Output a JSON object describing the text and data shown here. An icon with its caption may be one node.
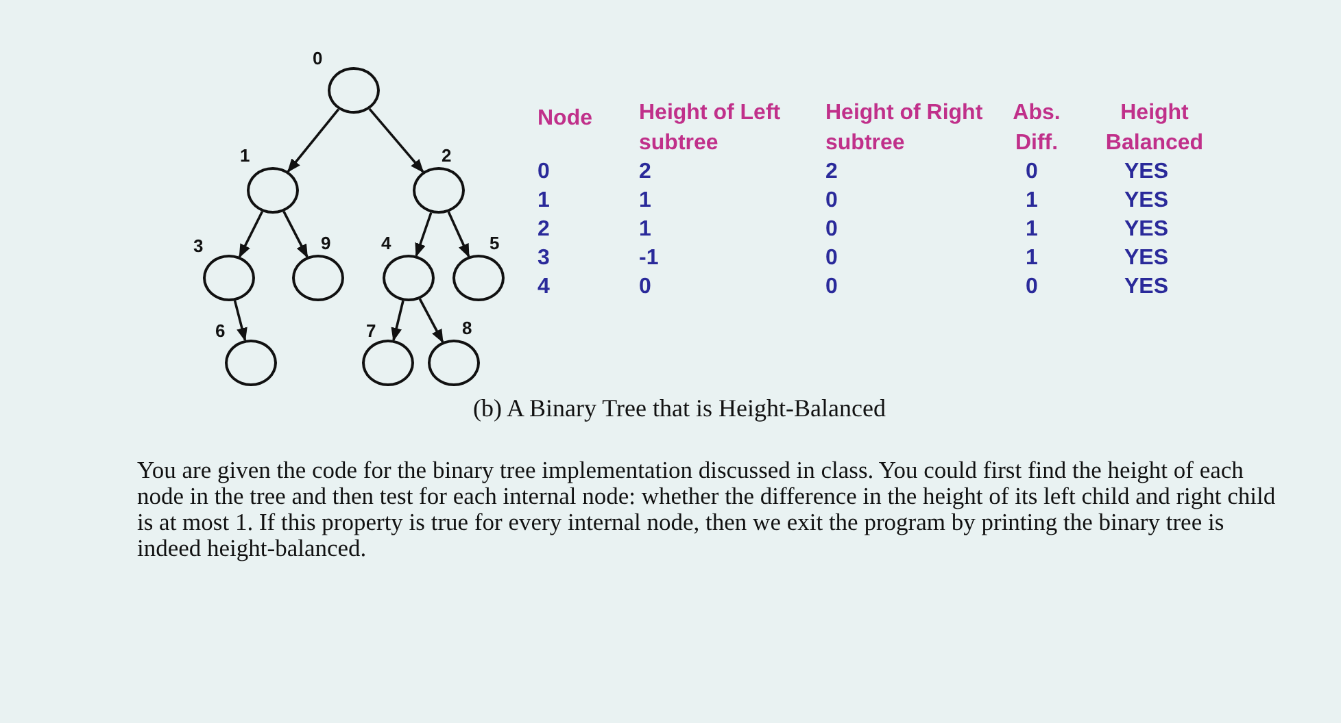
{
  "diagram": {
    "caption": "(b) A Binary Tree that is Height-Balanced",
    "nodes": [
      {
        "text": [],
        "shape": "circle",
        "beside": [
          "0"
        ]
      },
      {
        "text": [],
        "shape": "circle",
        "beside": [
          "1"
        ]
      },
      {
        "text": [],
        "shape": "circle",
        "beside": [
          "2"
        ]
      },
      {
        "text": [],
        "shape": "circle",
        "beside": [
          "3"
        ]
      },
      {
        "text": [],
        "shape": "circle",
        "beside": [
          "9"
        ]
      },
      {
        "text": [],
        "shape": "circle",
        "beside": [
          "4"
        ]
      },
      {
        "text": [],
        "shape": "circle",
        "beside": [
          "5"
        ]
      },
      {
        "text": [],
        "shape": "circle",
        "beside": [
          "6"
        ]
      },
      {
        "text": [],
        "shape": "circle",
        "beside": [
          "7"
        ]
      },
      {
        "text": [],
        "shape": "circle",
        "beside": [
          "8"
        ]
      }
    ],
    "edges": [
      {
        "from": 0,
        "to": 1,
        "arrow": "to"
      },
      {
        "from": 0,
        "to": 2,
        "arrow": "to"
      },
      {
        "from": 1,
        "to": 3,
        "arrow": "to"
      },
      {
        "from": 1,
        "to": 4,
        "arrow": "to"
      },
      {
        "from": 2,
        "to": 5,
        "arrow": "to"
      },
      {
        "from": 2,
        "to": 6,
        "arrow": "to"
      },
      {
        "from": 3,
        "to": 7,
        "arrow": "to"
      },
      {
        "from": 5,
        "to": 8,
        "arrow": "to"
      },
      {
        "from": 5,
        "to": 9,
        "arrow": "to"
      }
    ],
    "labels": [
      "Node",
      "Height of Left subtree",
      "Height of Right subtree",
      "Abs. Diff.",
      "Height Balanced",
      "0",
      "2",
      "2",
      "0",
      "YES",
      "1",
      "1",
      "0",
      "1",
      "YES",
      "2",
      "1",
      "0",
      "1",
      "YES",
      "3",
      "-1",
      "0",
      "1",
      "YES",
      "4",
      "0",
      "0",
      "0",
      "YES",
      "You are given the code for the binary tree implementation discussed in class. You could first find the height of each node in the tree and then test for each internal node: whether the difference in the height of its left child and right child is at most 1. If this property is true for every internal node, then we exit the program by printing the binary tree is indeed height-balanced."
    ]
  }
}
